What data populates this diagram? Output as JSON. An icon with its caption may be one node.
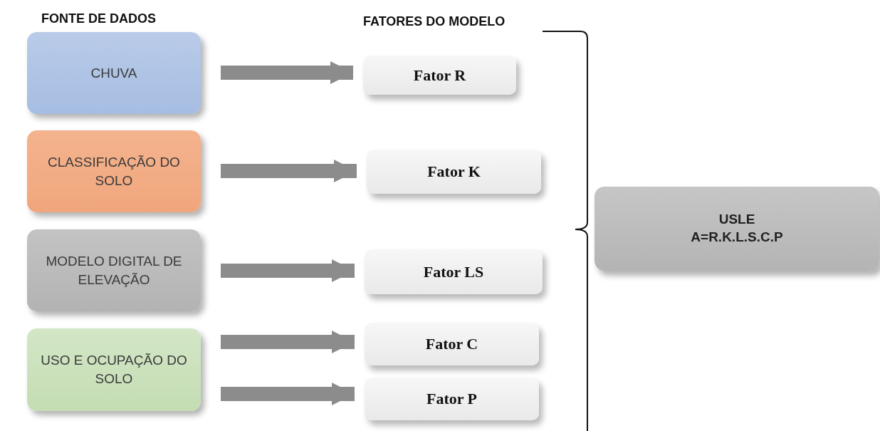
{
  "diagram": {
    "nodes": [
      {
        "text": [
          "CHUVA"
        ]
      },
      {
        "text": [
          "CLASSIFICAÇÃO DO SOLO"
        ]
      },
      {
        "text": [
          "MODELO DIGITAL DE ELEVAÇÃO"
        ]
      },
      {
        "text": [
          "USO E OCUPAÇÃO DO SOLO"
        ]
      },
      {
        "text": [
          "Fator R"
        ]
      },
      {
        "text": [
          "Fator K"
        ]
      },
      {
        "text": [
          "Fator LS"
        ]
      },
      {
        "text": [
          "Fator C"
        ]
      },
      {
        "text": [
          "Fator P"
        ]
      },
      {
        "text": [
          "USLE",
          "A=R.K.L.S.C.P"
        ]
      }
    ],
    "edges": [
      {
        "from": 0,
        "to": 4,
        "arrow": "to"
      },
      {
        "from": 1,
        "to": 5,
        "arrow": "to"
      },
      {
        "from": 2,
        "to": 6,
        "arrow": "to"
      },
      {
        "from": 3,
        "to": 7,
        "arrow": "to"
      },
      {
        "from": 3,
        "to": 8,
        "arrow": "to"
      }
    ],
    "labels": [
      "FONTE DE DADOS",
      "FATORES DO MODELO"
    ]
  }
}
